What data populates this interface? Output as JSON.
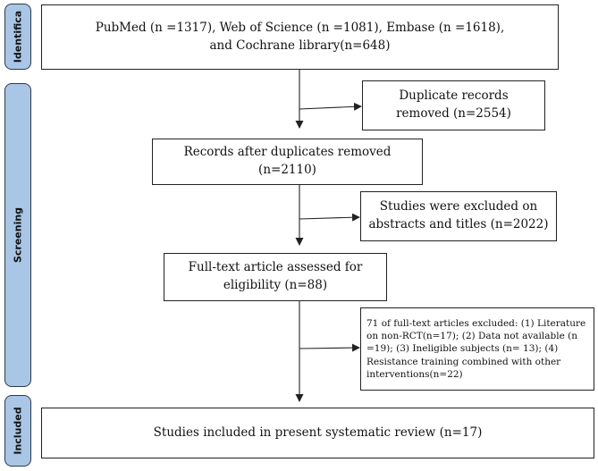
{
  "phases": {
    "identification": "Identifica",
    "screening": "Screening",
    "included": "Included"
  },
  "boxes": {
    "sources": "PubMed (n =1317), Web of Science (n =1081), Embase (n =1618), and Cochrane library(n=648)",
    "duplicates_removed": "Duplicate records removed (n=2554)",
    "after_duplicates": "Records after duplicates removed (n=2110)",
    "excluded_abstracts": "Studies were excluded on abstracts and titles (n=2022)",
    "full_text": "Full-text article assessed for eligibility (n=88)",
    "full_text_excluded": "71 of full-text articles excluded: (1) Literature on non-RCT(n=17); (2) Data not available (n =19); (3) Ineligible subjects (n= 13); (4) Resistance training combined with other interventions(n=22)",
    "included_studies": "Studies included in present systematic review (n=17)"
  },
  "colors": {
    "phase_fill": "#a9c6e6",
    "box_border": "#222222",
    "arrow": "#222222"
  }
}
